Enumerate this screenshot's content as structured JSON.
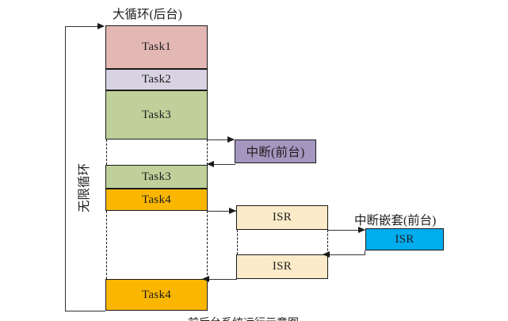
{
  "diagram": {
    "title_main": "大循环(后台)",
    "title_interrupt": "中断(前台)",
    "title_nested": "中断嵌套(前台)",
    "loop_label": "无限循环",
    "bottom_note": "前后台系统运行示意图",
    "colors": {
      "task1": "#E3B8B4",
      "task2": "#D8D3E3",
      "task3": "#BFD09A",
      "task4": "#FBB700",
      "interrupt": "#A596C0",
      "isr": "#FBEBC8",
      "nested_isr": "#00ADEE",
      "stroke": "#1a1a1a"
    },
    "main_column": [
      {
        "label": "Task1",
        "fill": "#E3B8B4"
      },
      {
        "label": "Task2",
        "fill": "#D8D3E3"
      },
      {
        "label": "Task3",
        "fill": "#BFD09A"
      },
      {
        "label": "Task3",
        "fill": "#BFD09A"
      },
      {
        "label": "Task4",
        "fill": "#FBB700"
      },
      {
        "label": "Task4",
        "fill": "#FBB700"
      }
    ],
    "interrupt_blocks": [
      {
        "label": "中断(前台)",
        "fill": "#A596C0"
      }
    ],
    "isr_blocks": [
      {
        "label": "ISR",
        "fill": "#FBEBC8"
      },
      {
        "label": "ISR",
        "fill": "#FBEBC8"
      }
    ],
    "nested_blocks": [
      {
        "label": "ISR",
        "fill": "#00ADEE"
      }
    ]
  }
}
